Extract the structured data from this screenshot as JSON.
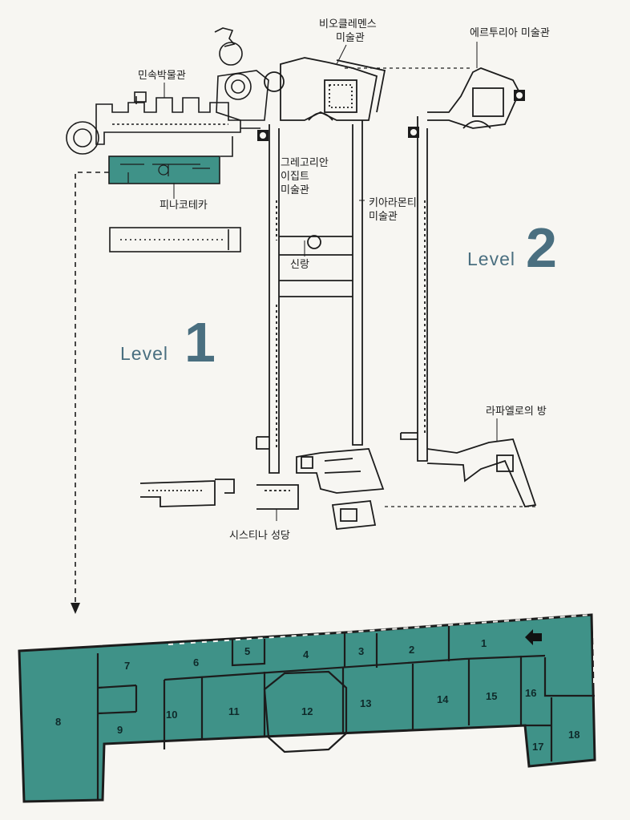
{
  "labels": {
    "folk_museum": "민속박물관",
    "pio_clementino_line1": "비오클레멘스",
    "pio_clementino_line2": "미술관",
    "etruscan": "에르투리아 미술관",
    "gregorian_line1": "그레고리안",
    "gregorian_line2": "이집트",
    "gregorian_line3": "미술관",
    "pinacoteca": "피나코테카",
    "chiaramonti_line1": "키아라몬티",
    "chiaramonti_line2": "미술관",
    "new_wing": "신랑",
    "raphael_rooms": "라파엘로의 방",
    "sistine_chapel": "시스티나 성당"
  },
  "levels": {
    "level1_word": "Level",
    "level1_num": "1",
    "level2_word": "Level",
    "level2_num": "2"
  },
  "colors": {
    "pinacoteca_fill": "#3f9288",
    "level_text": "#4a6f80",
    "wall": "#1c1c1c"
  },
  "rooms": [
    "1",
    "2",
    "3",
    "4",
    "5",
    "6",
    "7",
    "8",
    "9",
    "10",
    "11",
    "12",
    "13",
    "14",
    "15",
    "16",
    "17",
    "18"
  ],
  "icons": [
    "entrance-arrow-icon"
  ]
}
